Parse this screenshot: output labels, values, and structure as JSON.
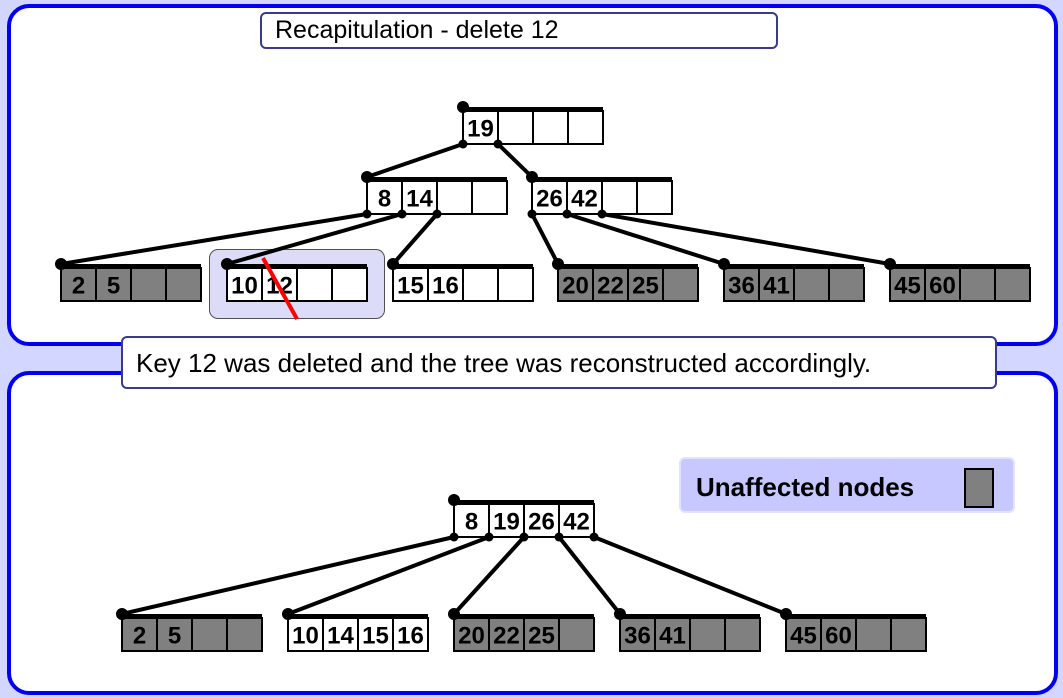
{
  "title": "Recapitulation - delete  12",
  "caption": "Key 12 was deleted and the tree was reconstructed accordingly.",
  "legend": {
    "label": "Unaffected nodes",
    "swatch_color": "#808080"
  },
  "colors": {
    "frame": "#0000f0",
    "background": "#d3d7ff",
    "affected_node": "#ffffff",
    "unaffected_node": "#808080",
    "strike": "#ff0000",
    "highlight": "#dcdcf8"
  },
  "before_tree": {
    "root": {
      "keys": [
        "19",
        "",
        "",
        ""
      ],
      "unaffected": false
    },
    "level1": [
      {
        "keys": [
          "8",
          "14",
          "",
          ""
        ],
        "unaffected": false
      },
      {
        "keys": [
          "26",
          "42",
          "",
          ""
        ],
        "unaffected": false
      }
    ],
    "leaves": [
      {
        "keys": [
          "2",
          "5",
          "",
          ""
        ],
        "unaffected": true
      },
      {
        "keys": [
          "10",
          "12",
          "",
          ""
        ],
        "unaffected": false,
        "deleted_key": "12",
        "highlighted": true
      },
      {
        "keys": [
          "15",
          "16",
          "",
          ""
        ],
        "unaffected": false
      },
      {
        "keys": [
          "20",
          "22",
          "25",
          ""
        ],
        "unaffected": true
      },
      {
        "keys": [
          "36",
          "41",
          "",
          ""
        ],
        "unaffected": true
      },
      {
        "keys": [
          "45",
          "60",
          "",
          ""
        ],
        "unaffected": true
      }
    ]
  },
  "after_tree": {
    "root": {
      "keys": [
        "8",
        "19",
        "26",
        "42"
      ],
      "unaffected": false
    },
    "leaves": [
      {
        "keys": [
          "2",
          "5",
          "",
          ""
        ],
        "unaffected": true
      },
      {
        "keys": [
          "10",
          "14",
          "15",
          "16"
        ],
        "unaffected": false
      },
      {
        "keys": [
          "20",
          "22",
          "25",
          ""
        ],
        "unaffected": true
      },
      {
        "keys": [
          "36",
          "41",
          "",
          ""
        ],
        "unaffected": true
      },
      {
        "keys": [
          "45",
          "60",
          "",
          ""
        ],
        "unaffected": true
      }
    ]
  }
}
